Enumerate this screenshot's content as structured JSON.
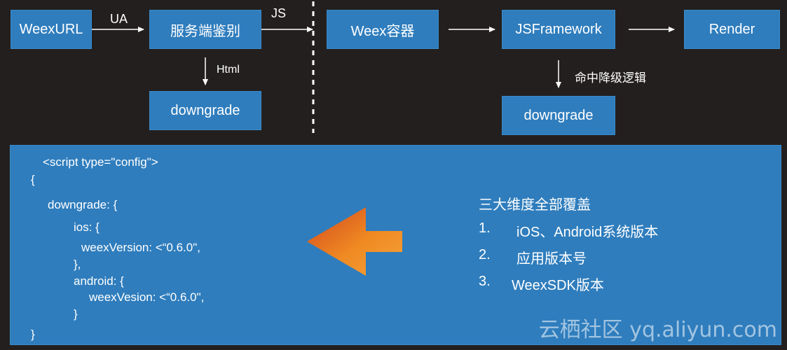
{
  "flow": {
    "weexurl": "WeexURL",
    "server_auth": "服务端鉴别",
    "weex_container": "Weex容器",
    "jsframework": "JSFramework",
    "render": "Render",
    "downgrade_left": "downgrade",
    "downgrade_right": "downgrade"
  },
  "edge_labels": {
    "ua": "UA",
    "js": "JS",
    "html": "Html",
    "hit_logic": "命中降级逻辑"
  },
  "code": {
    "lines": [
      "<script type=\"config\">",
      "{",
      "downgrade: {",
      "ios: {",
      "weexVersion: <“0.6.0\",",
      "},",
      "android: {",
      "weexVesion: <“0.6.0\",",
      "}",
      "}"
    ]
  },
  "coverage": {
    "title": "三大维度全部覆盖",
    "items": [
      {
        "num": "1.",
        "text": "iOS、Android系统版本"
      },
      {
        "num": "2.",
        "text": "应用版本号"
      },
      {
        "num": "3.",
        "text": "WeexSDK版本"
      }
    ]
  },
  "watermark": "云栖社区 yq.aliyun.com",
  "colors": {
    "background": "#231f1e",
    "box_fill": "#2f7dbd",
    "arrow_orange": "#f08a22",
    "arrow_red": "#d0461f"
  }
}
